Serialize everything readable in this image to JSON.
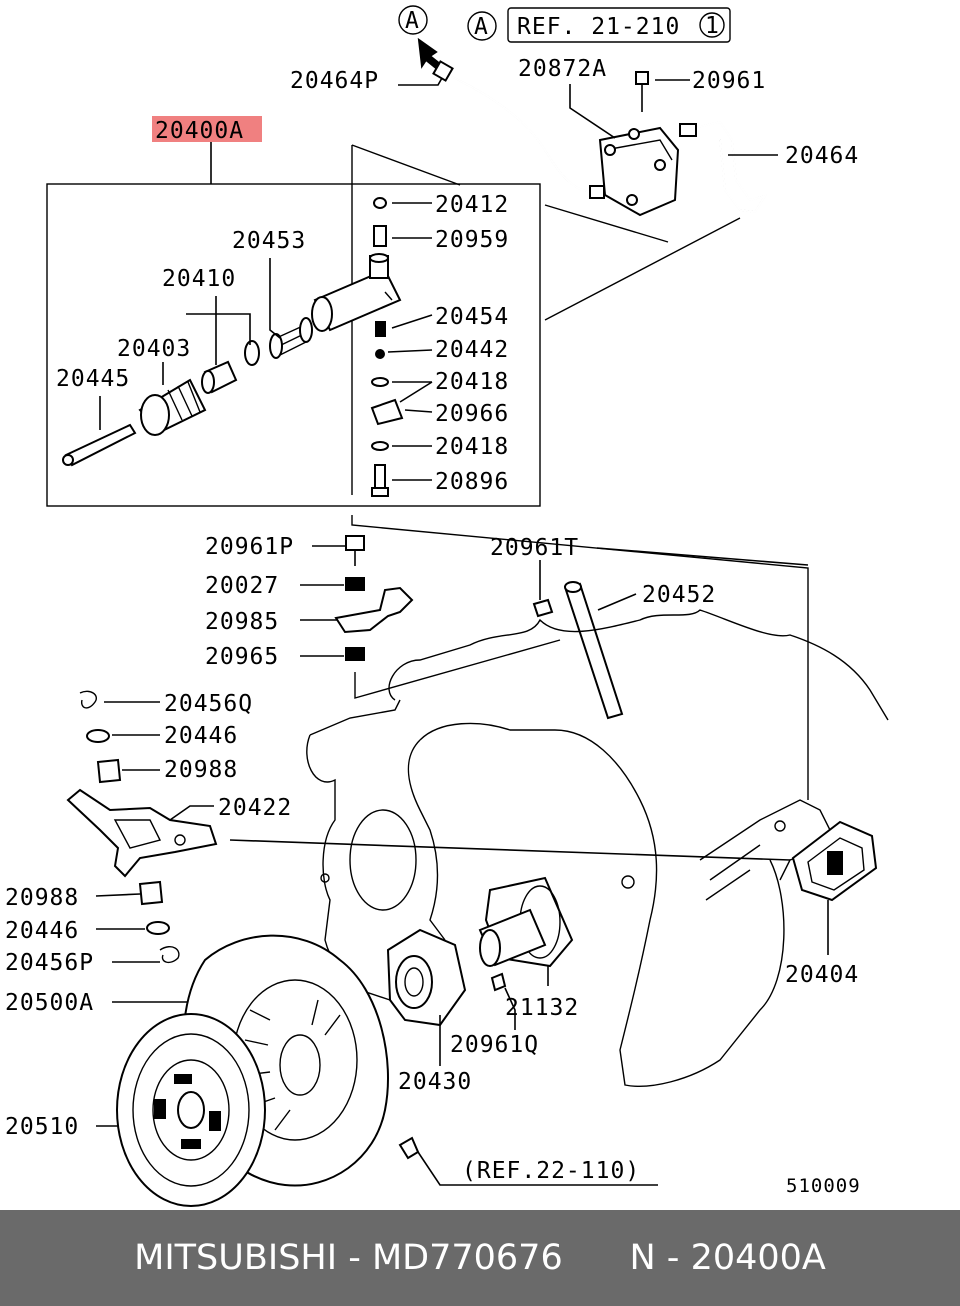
{
  "header": {
    "ref_marker": "A",
    "ref_marker_2": "A",
    "ref_text": "REF. 21-210",
    "ref_index": "1"
  },
  "labels": {
    "highlighted": "20400A",
    "l20464P": "20464P",
    "l20872A": "20872A",
    "l20961": "20961",
    "l20464": "20464",
    "l20412": "20412",
    "l20959": "20959",
    "l20453": "20453",
    "l20410": "20410",
    "l20454": "20454",
    "l20403": "20403",
    "l20442": "20442",
    "l20445": "20445",
    "l20418a": "20418",
    "l20966": "20966",
    "l20418b": "20418",
    "l20896": "20896",
    "l20961P": "20961P",
    "l20961T": "20961T",
    "l20027": "20027",
    "l20452": "20452",
    "l20985": "20985",
    "l20965": "20965",
    "l20456Q": "20456Q",
    "l20446a": "20446",
    "l20988a": "20988",
    "l20422": "20422",
    "l20988b": "20988",
    "l20446b": "20446",
    "l20456P": "20456P",
    "l20404": "20404",
    "l20500A": "20500A",
    "l21132": "21132",
    "l20961Q": "20961Q",
    "l20430": "20430",
    "l20510": "20510",
    "ref_bottom": "(REF.22-110)",
    "diagram_id": "510009"
  },
  "colors": {
    "highlight": "#f08080",
    "footer_bg": "#6a6a6a",
    "footer_text": "#ffffff"
  },
  "footer": {
    "brand": "MITSUBISHI",
    "sep1": " - ",
    "part_number": "MD770676",
    "gap": "      ",
    "n_label": "N",
    "sep2": " - ",
    "ref_part": "20400A"
  }
}
